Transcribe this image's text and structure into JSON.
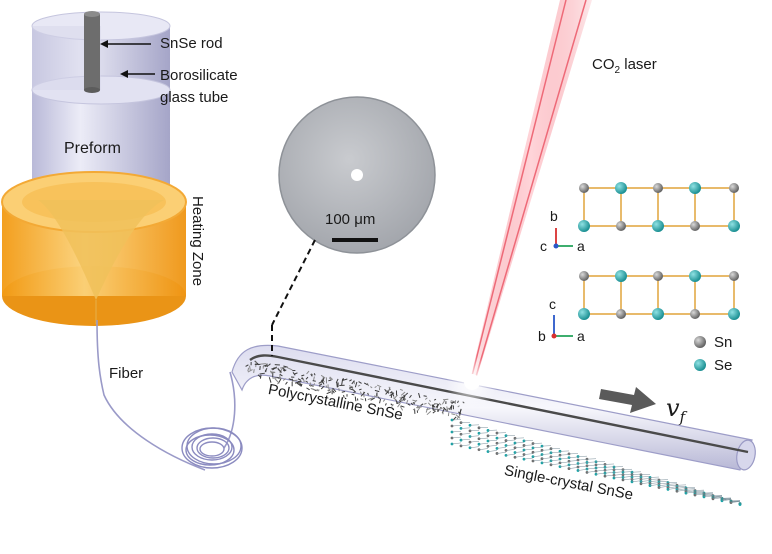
{
  "labels": {
    "rod": "SnSe rod",
    "tube_line1": "Borosilicate",
    "tube_line2": "glass tube",
    "preform": "Preform",
    "heating_zone": "Heating Zone",
    "fiber": "Fiber",
    "scale_bar": "100 μm",
    "laser": "CO",
    "laser_sub": "2",
    "laser_suffix": " laser",
    "poly": "Polycrystalline SnSe",
    "single": "Single-crystal SnSe",
    "velocity": "v",
    "velocity_sub": "f"
  },
  "axes": {
    "top": {
      "up": "b",
      "origin": "c",
      "right": "a"
    },
    "bottom": {
      "up": "c",
      "origin": "b",
      "right": "a"
    }
  },
  "legend": [
    {
      "label": "Sn",
      "color": "#7a7a7a"
    },
    {
      "label": "Se",
      "color": "#1aa5a8"
    }
  ],
  "colors": {
    "heating": "#f6b01e",
    "cone": "#f3c25a",
    "glass": "#c9c9e3",
    "laser": "#f06a78",
    "bond": "#e0a43a",
    "sn": "#6e6e6e",
    "se": "#19a3a6"
  }
}
